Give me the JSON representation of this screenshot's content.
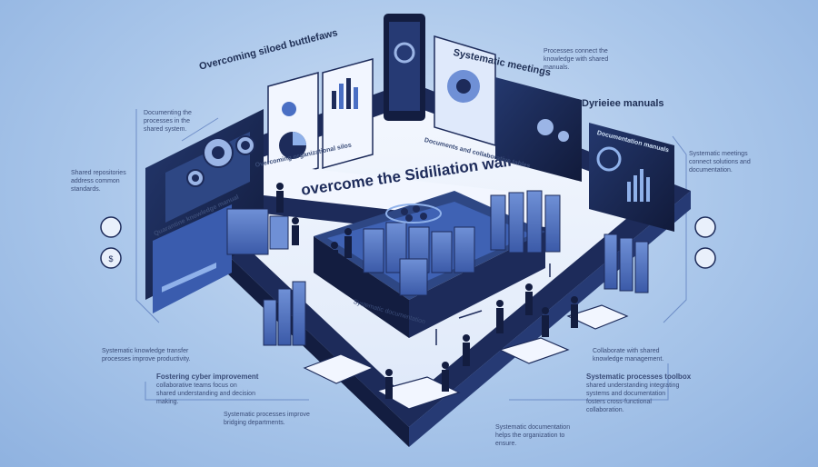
{
  "main_title": "overcome the Sidiliation wall",
  "headings": {
    "top_left": "Overcoming siloed buttlefaws",
    "top_right": "Systematic meetings",
    "right": "Dyrieiee manuals",
    "panel_wall": "Overcoming organizational silos",
    "panel_center": "Documents and collaborative tables",
    "panel_left": "Quarantine knowledge manual",
    "panel_right": "Documentation manuals",
    "floor_note": "Systematic documentation"
  },
  "callouts": {
    "c1": "Documenting the processes in the shared system.",
    "c2": "Shared repositories address common standards.",
    "c3": "Systematic knowledge transfer processes improve productivity.",
    "c4_head": "Fostering cyber improvement",
    "c4": "collaborative teams focus on shared understanding and decision making.",
    "c5": "Systematic processes improve bridging departments.",
    "c6": "Systematic documentation helps the organization to ensure.",
    "c7": "Collaborate with shared knowledge management.",
    "c8_head": "Systematic processes toolbox",
    "c8": "shared understanding integrating systems and documentation fosters cross-functional collaboration.",
    "c9": "Processes connect the knowledge with shared manuals.",
    "c10": "Systematic meetings connect solutions and documentation."
  },
  "colors": {
    "navy": "#1d2b5a",
    "navy_dark": "#131d40",
    "blue": "#4a6fc4",
    "blue_light": "#8fb1ea",
    "floor": "#e9f0fb",
    "accent": "#f2f6ff"
  },
  "icons": [
    "gear-icon",
    "pie-chart-icon",
    "bar-chart-icon",
    "server-icon",
    "person-icon",
    "document-icon",
    "shield-icon",
    "lock-icon"
  ]
}
